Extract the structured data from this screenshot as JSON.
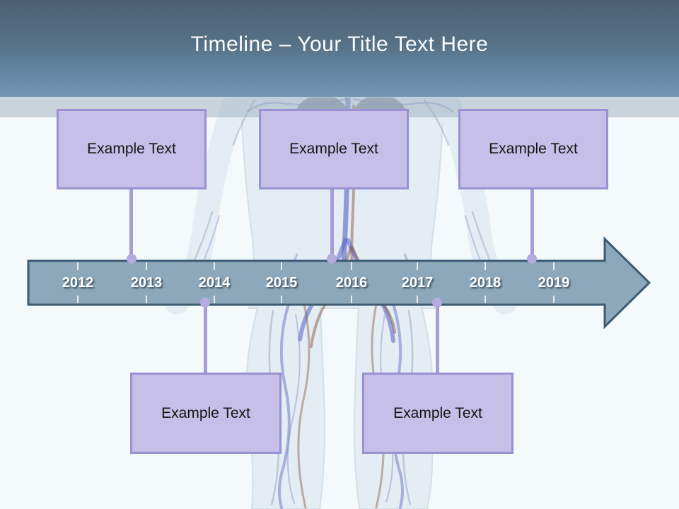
{
  "header": {
    "title": "Timeline – Your Title Text Here"
  },
  "timeline": {
    "years": [
      "2012",
      "2013",
      "2014",
      "2015",
      "2016",
      "2017",
      "2018",
      "2019"
    ]
  },
  "boxes": [
    {
      "label": "Example Text"
    },
    {
      "label": "Example Text"
    },
    {
      "label": "Example Text"
    },
    {
      "label": "Example Text"
    },
    {
      "label": "Example Text"
    }
  ],
  "background": {
    "image_name": "human-circulatory-system-illustration"
  },
  "colors": {
    "header_gradient_top": "#4b6074",
    "header_gradient_bottom": "#7497b2",
    "band": "#c3ced7",
    "canvas": "#f4f9fb",
    "arrow_fill": "#8da8bb",
    "arrow_border": "#3c5a71",
    "box_fill": "#c6c0e8",
    "box_border": "#9a90d4",
    "connector": "#a79dd6",
    "connector_dot": "#b5abdf",
    "year_text": "#ffffff"
  }
}
